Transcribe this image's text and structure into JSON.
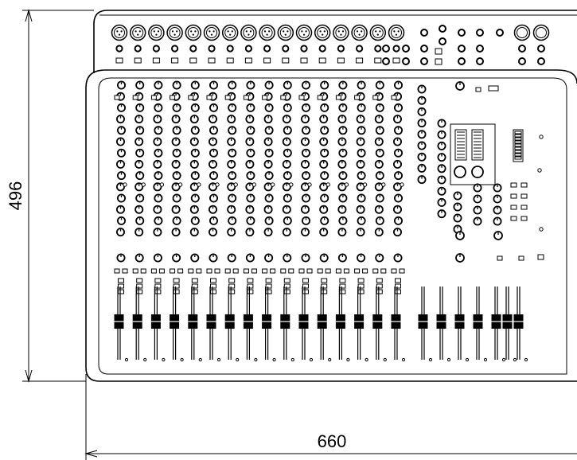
{
  "dimensions": {
    "height_label": "496",
    "width_label": "660"
  },
  "mixer": {
    "xlr_input_count": 16,
    "fader_count": 23,
    "colors": {
      "stroke": "#000000",
      "background": "#ffffff"
    }
  }
}
